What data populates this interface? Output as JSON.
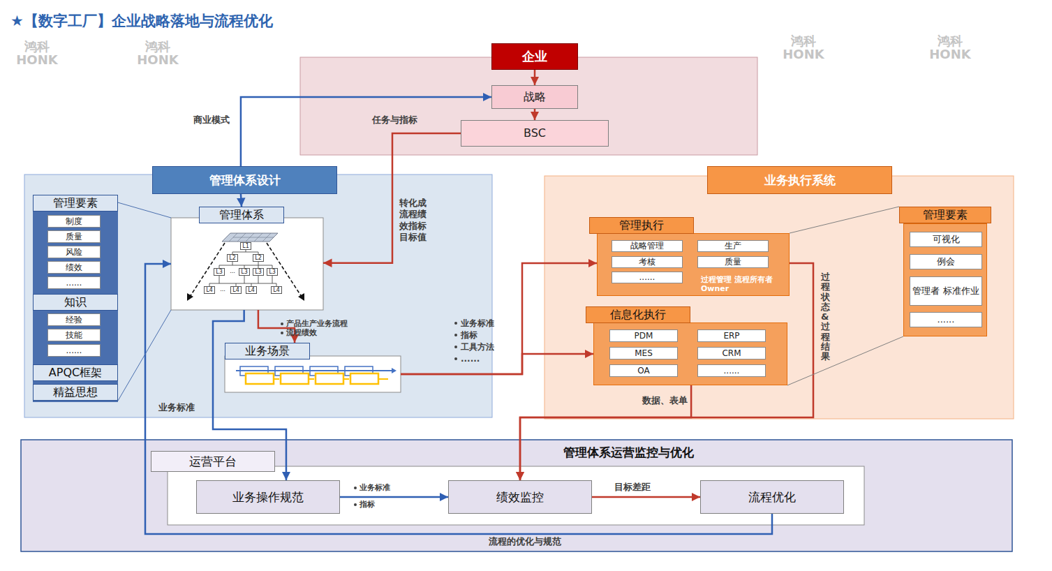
{
  "diagram": {
    "title": "★【数字工厂】企业战略落地与流程优化",
    "nodes": [
      {
        "text": [
          "企业"
        ]
      },
      {
        "text": [
          "战略"
        ]
      },
      {
        "text": [
          "BSC"
        ]
      },
      {
        "text": [
          "管理体系设计"
        ]
      },
      {
        "text": [
          "管理要素"
        ],
        "in": 3
      },
      {
        "text": [
          "制度"
        ],
        "in": 4
      },
      {
        "text": [
          "质量"
        ],
        "in": 4
      },
      {
        "text": [
          "风险"
        ],
        "in": 4
      },
      {
        "text": [
          "绩效"
        ],
        "in": 4
      },
      {
        "text": [
          "......"
        ],
        "in": 4
      },
      {
        "text": [
          "知识"
        ],
        "in": 3
      },
      {
        "text": [
          "经验"
        ],
        "in": 10
      },
      {
        "text": [
          "技能"
        ],
        "in": 10
      },
      {
        "text": [
          "......"
        ],
        "in": 10
      },
      {
        "text": [
          "APQC框架"
        ],
        "in": 3
      },
      {
        "text": [
          "精益思想"
        ],
        "in": 3
      },
      {
        "text": [
          "管理体系"
        ],
        "in": 3
      },
      {
        "text": [
          "业务场景"
        ],
        "in": 3
      },
      {
        "text": [
          "业务执行系统"
        ]
      },
      {
        "text": [
          "管理执行",
          "过程管理 流程所有者Owner"
        ],
        "in": 18
      },
      {
        "text": [
          "战略管理"
        ],
        "in": 19
      },
      {
        "text": [
          "生产"
        ],
        "in": 19
      },
      {
        "text": [
          "考核"
        ],
        "in": 19
      },
      {
        "text": [
          "质量"
        ],
        "in": 19
      },
      {
        "text": [
          "......"
        ],
        "in": 19
      },
      {
        "text": [
          "信息化执行"
        ],
        "in": 18
      },
      {
        "text": [
          "PDM"
        ],
        "in": 25
      },
      {
        "text": [
          "ERP"
        ],
        "in": 25
      },
      {
        "text": [
          "MES"
        ],
        "in": 25
      },
      {
        "text": [
          "CRM"
        ],
        "in": 25
      },
      {
        "text": [
          "OA"
        ],
        "in": 25
      },
      {
        "text": [
          "......"
        ],
        "in": 25
      },
      {
        "text": [
          "管理要素"
        ],
        "in": 18
      },
      {
        "text": [
          "可视化"
        ],
        "in": 32
      },
      {
        "text": [
          "例会"
        ],
        "in": 32
      },
      {
        "text": [
          "管理者 标准作业"
        ],
        "in": 32
      },
      {
        "text": [
          "......"
        ],
        "in": 32
      },
      {
        "text": [
          "管理体系运营监控与优化"
        ]
      },
      {
        "text": [
          "运营平台"
        ],
        "in": 37
      },
      {
        "text": [
          "业务操作规范"
        ],
        "in": 38
      },
      {
        "text": [
          "绩效监控"
        ],
        "in": 38
      },
      {
        "text": [
          "流程优化"
        ],
        "in": 38
      }
    ],
    "edges": [
      {
        "from": 0,
        "to": 1,
        "arrow": "to"
      },
      {
        "from": 1,
        "to": 2,
        "arrow": "to"
      },
      {
        "from": 3,
        "to": 1,
        "label": "商业模式",
        "arrow": "to"
      },
      {
        "from": 3,
        "to": 16,
        "arrow": "to"
      },
      {
        "from": 2,
        "to": 16,
        "label": "任务与指标",
        "arrow": "to"
      },
      {
        "from": 16,
        "to": 17,
        "arrow": "to"
      },
      {
        "from": 17,
        "to": 19,
        "arrow": "to"
      },
      {
        "from": 17,
        "to": 25,
        "arrow": "to"
      },
      {
        "from": 16,
        "to": 39,
        "label": "业务标准",
        "arrow": "to"
      },
      {
        "from": 39,
        "to": 40,
        "arrow": "to"
      },
      {
        "from": 40,
        "to": 41,
        "label": "目标差距",
        "arrow": "to"
      },
      {
        "from": 41,
        "to": 16,
        "label": "流程的优化与规范",
        "arrow": "to"
      },
      {
        "from": 19,
        "to": 40,
        "label": "过程状态&过程结果",
        "arrow": "to"
      },
      {
        "from": 25,
        "to": 40,
        "label": "数据、表单",
        "arrow": "to"
      },
      {
        "from": 4,
        "to": 16,
        "arrow": "none"
      },
      {
        "from": 15,
        "to": 16,
        "arrow": "none"
      },
      {
        "from": 32,
        "to": 19,
        "arrow": "none"
      },
      {
        "from": 32,
        "to": 25,
        "arrow": "none"
      }
    ],
    "labels": [
      "转化成流程绩效指标目标值",
      "产品生产业务流程",
      "流程绩效",
      "业务标准",
      "指标",
      "工具方法",
      "......",
      "业务标准",
      "指标",
      "L1",
      "L2",
      "L2",
      "L3",
      "L3",
      "L3",
      "L3",
      "L4",
      "L4",
      "L4",
      "L4",
      "...",
      "...",
      "鸿科 HONK",
      "鸿科 HONK",
      "鸿科 HONK",
      "鸿科 HONK"
    ]
  }
}
